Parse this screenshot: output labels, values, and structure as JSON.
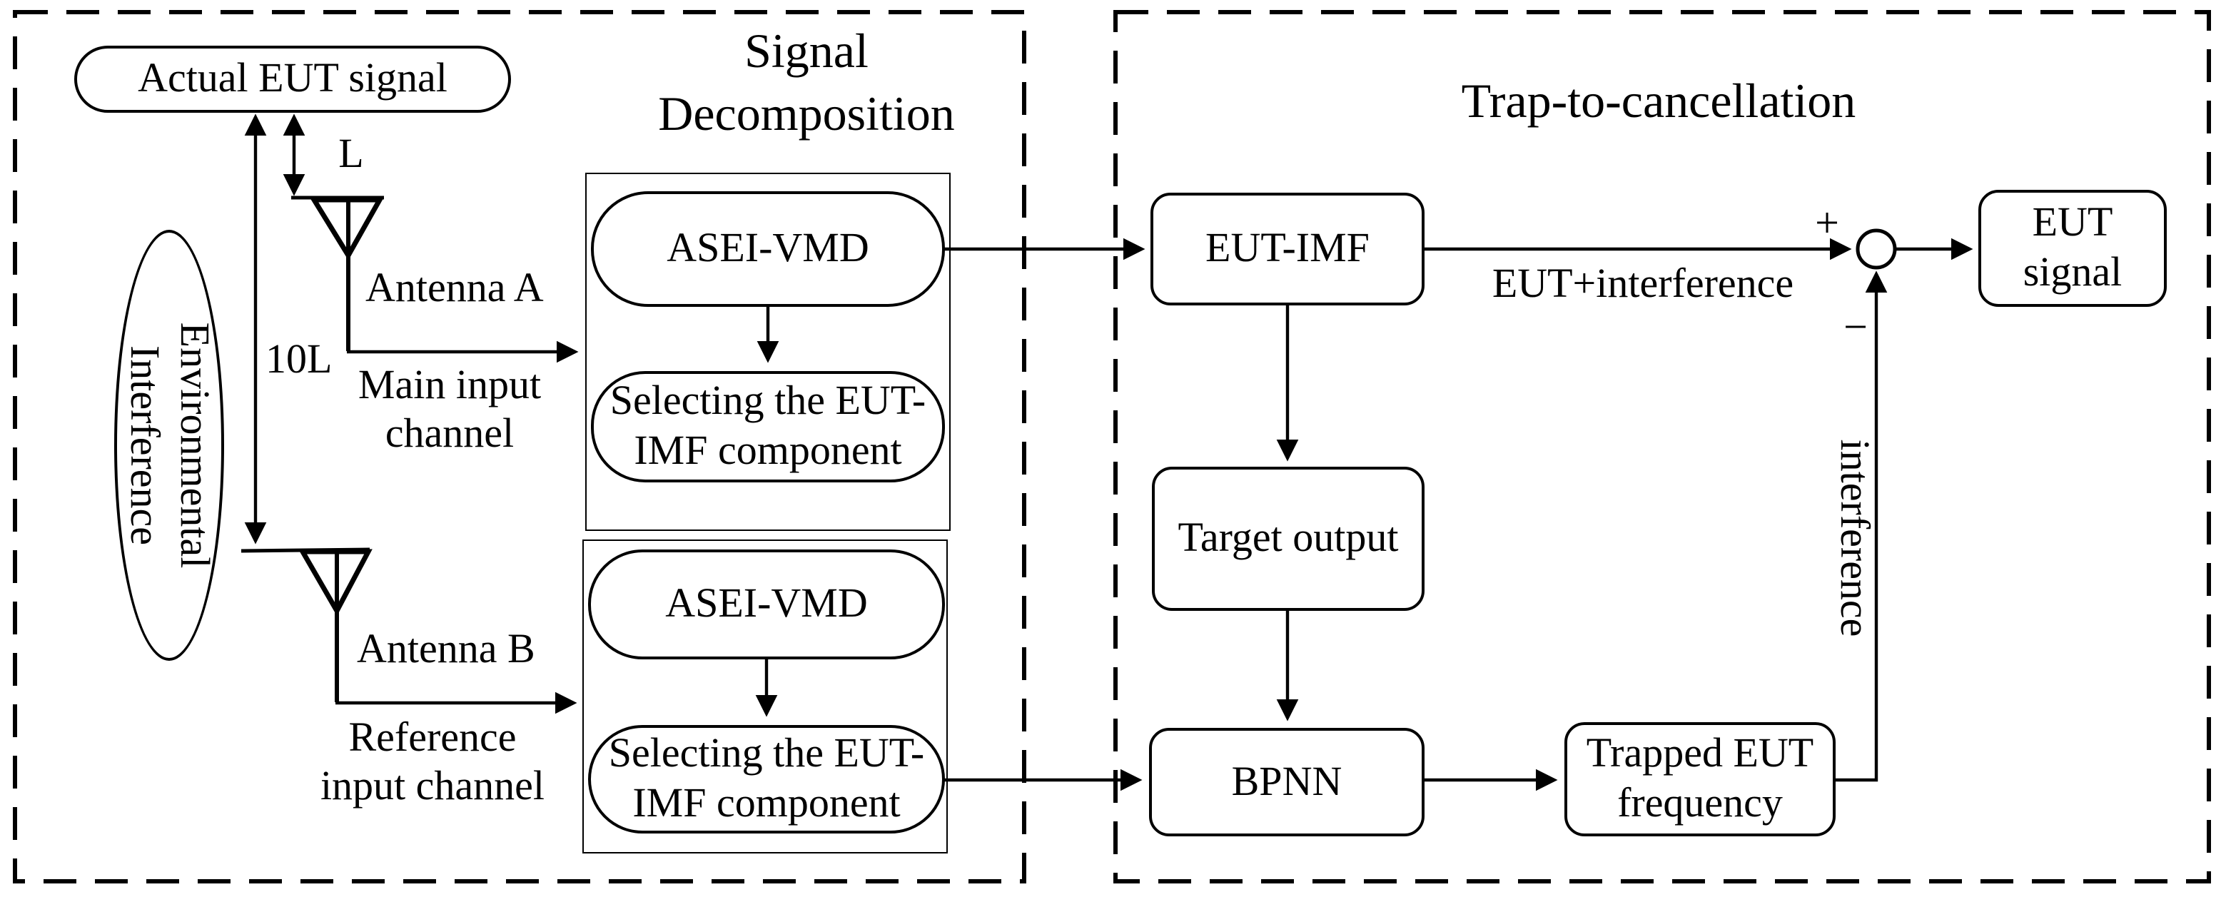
{
  "sections": {
    "signal_decomposition": {
      "title": "Signal\nDecomposition"
    },
    "trap_to_cancellation": {
      "title": "Trap-to-cancellation"
    }
  },
  "nodes": {
    "actual_eut_signal": "Actual EUT signal",
    "environmental_interference": "Environmental\nInterference",
    "asei_vmd": "ASEI-VMD",
    "selecting_eut_imf": "Selecting the EUT-\nIMF component",
    "eut_imf": "EUT-IMF",
    "target_output": "Target output",
    "bpnn": "BPNN",
    "trapped_eut_frequency": "Trapped EUT\nfrequency",
    "eut_signal": "EUT\nsignal"
  },
  "labels": {
    "antenna_a": "Antenna A",
    "antenna_b": "Antenna B",
    "distance_l": "L",
    "distance_10l": "10L",
    "main_input_channel": "Main input\nchannel",
    "reference_input_channel": "Reference\ninput channel",
    "eut_plus_interference": "EUT+interference",
    "interference_feedback": "interference",
    "sum_plus": "+",
    "sum_minus": "−"
  },
  "colors": {
    "ink": "#000000",
    "background": "#ffffff"
  }
}
